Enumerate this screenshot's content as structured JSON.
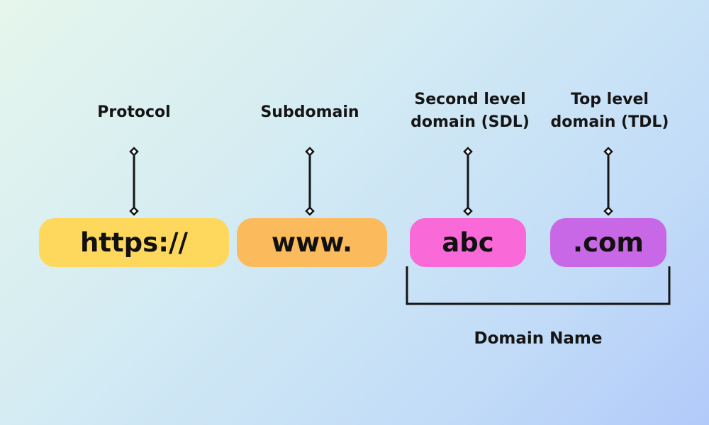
{
  "labels": {
    "protocol": "Protocol",
    "subdomain": "Subdomain",
    "sdl_line1": "Second level",
    "sdl_line2": "domain (SDL)",
    "tdl_line1": "Top level",
    "tdl_line2": "domain (TDL)"
  },
  "segments": {
    "protocol": "https://",
    "subdomain": "www.",
    "sdl": "abc",
    "tdl": ".com"
  },
  "group_label": "Domain Name",
  "colors": {
    "protocol": "#fdd85c",
    "subdomain": "#fbbb5c",
    "sdl": "#f96ad8",
    "tdl": "#c968e6",
    "line": "#151515"
  }
}
